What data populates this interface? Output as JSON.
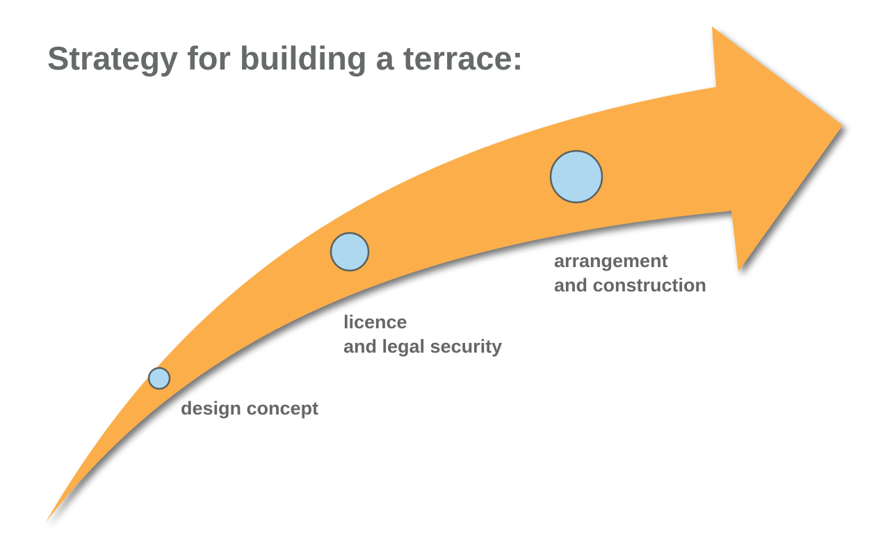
{
  "title": "Strategy for building a terrace:",
  "colors": {
    "arrow": "#fbae48",
    "marker_fill": "#add8f0",
    "marker_stroke": "#5a6060",
    "title_text": "#666a6a",
    "label_text": "#666666"
  },
  "stages": [
    {
      "lines": [
        "design concept"
      ]
    },
    {
      "lines": [
        "licence",
        "and legal security"
      ]
    },
    {
      "lines": [
        "arrangement",
        "and construction"
      ]
    }
  ]
}
